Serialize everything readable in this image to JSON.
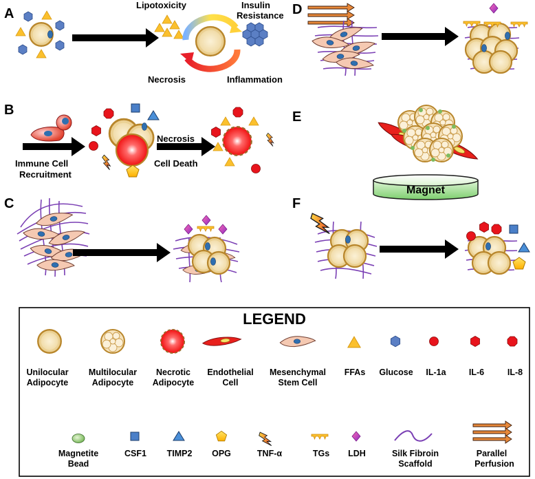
{
  "panels": {
    "A": {
      "letter": "A",
      "lipotoxicity": "Lipotoxicity",
      "insulin_1": "Insulin",
      "insulin_2": "Resistance",
      "necrosis": "Necrosis",
      "inflammation": "Inflammation"
    },
    "B": {
      "letter": "B",
      "immune_1": "Immune Cell",
      "immune_2": "Recruitment",
      "necrosis": "Necrosis",
      "cell_death": "Cell Death"
    },
    "C": {
      "letter": "C"
    },
    "D": {
      "letter": "D"
    },
    "E": {
      "letter": "E",
      "magnet": "Magnet"
    },
    "F": {
      "letter": "F"
    }
  },
  "legend": {
    "title": "LEGEND",
    "row1": [
      {
        "l1": "Unilocular",
        "l2": "Adipocyte"
      },
      {
        "l1": "Multilocular",
        "l2": "Adipocyte"
      },
      {
        "l1": "Necrotic",
        "l2": "Adipocyte"
      },
      {
        "l1": "Endothelial",
        "l2": "Cell"
      },
      {
        "l1": "Mesenchymal",
        "l2": "Stem Cell"
      },
      {
        "l1": "FFAs",
        "l2": ""
      },
      {
        "l1": "Glucose",
        "l2": ""
      },
      {
        "l1": "IL-1a",
        "l2": ""
      },
      {
        "l1": "IL-6",
        "l2": ""
      },
      {
        "l1": "IL-8",
        "l2": ""
      }
    ],
    "row2": [
      {
        "l1": "Magnetite",
        "l2": "Bead"
      },
      {
        "l1": "CSF1",
        "l2": ""
      },
      {
        "l1": "TIMP2",
        "l2": ""
      },
      {
        "l1": "OPG",
        "l2": ""
      },
      {
        "l1": "TNF-α",
        "l2": ""
      },
      {
        "l1": "TGs",
        "l2": ""
      },
      {
        "l1": "LDH",
        "l2": ""
      },
      {
        "l1": "Silk Fibroin",
        "l2": "Scaffold"
      },
      {
        "l1": "Parallel",
        "l2": "Perfusion"
      }
    ]
  },
  "colors": {
    "adipocyte_fill": "#f3e2b8",
    "adipocyte_edge": "#b8862b",
    "necrotic": "#ff2a2a",
    "il_red": "#e8141c",
    "ffa_yellow": "#fbc02d",
    "glucose_blue": "#5b7fc4",
    "scaffold_purple": "#7a3fb4",
    "magnet_green": "#7fd17f",
    "arrow_black": "#000000",
    "perfusion_orange": "#e8893a"
  }
}
